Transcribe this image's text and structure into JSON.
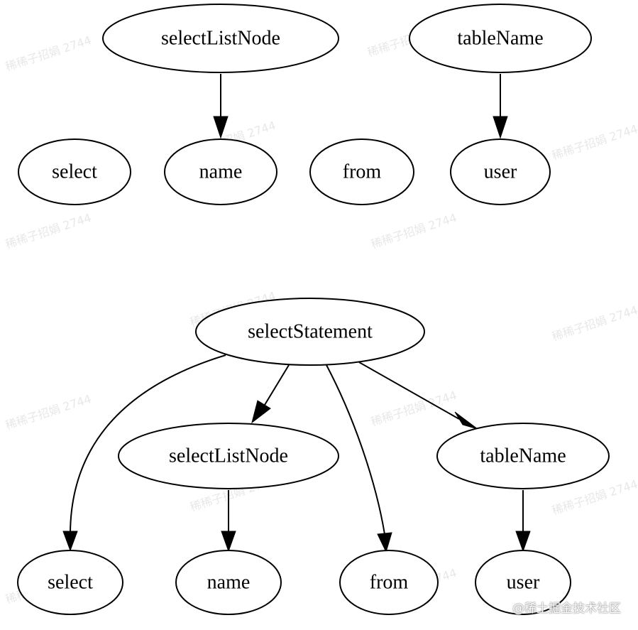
{
  "diagram": {
    "top": {
      "nodes": {
        "selectListNode": "selectListNode",
        "tableName": "tableName",
        "select": "select",
        "name": "name",
        "from": "from",
        "user": "user"
      }
    },
    "bottom": {
      "nodes": {
        "selectStatement": "selectStatement",
        "selectListNode": "selectListNode",
        "tableName": "tableName",
        "select": "select",
        "name": "name",
        "from": "from",
        "user": "user"
      }
    },
    "edges": [
      {
        "from": "top.selectListNode",
        "to": "top.name"
      },
      {
        "from": "top.tableName",
        "to": "top.user"
      },
      {
        "from": "bottom.selectStatement",
        "to": "bottom.select"
      },
      {
        "from": "bottom.selectStatement",
        "to": "bottom.selectListNode"
      },
      {
        "from": "bottom.selectStatement",
        "to": "bottom.from"
      },
      {
        "from": "bottom.selectStatement",
        "to": "bottom.tableName"
      },
      {
        "from": "bottom.selectListNode",
        "to": "bottom.name"
      },
      {
        "from": "bottom.tableName",
        "to": "bottom.user"
      }
    ],
    "watermark_text": "稀稀子招娟 2744",
    "credit": "@稀土掘金技术社区",
    "colors": {
      "stroke": "#000000",
      "background": "#ffffff"
    }
  }
}
